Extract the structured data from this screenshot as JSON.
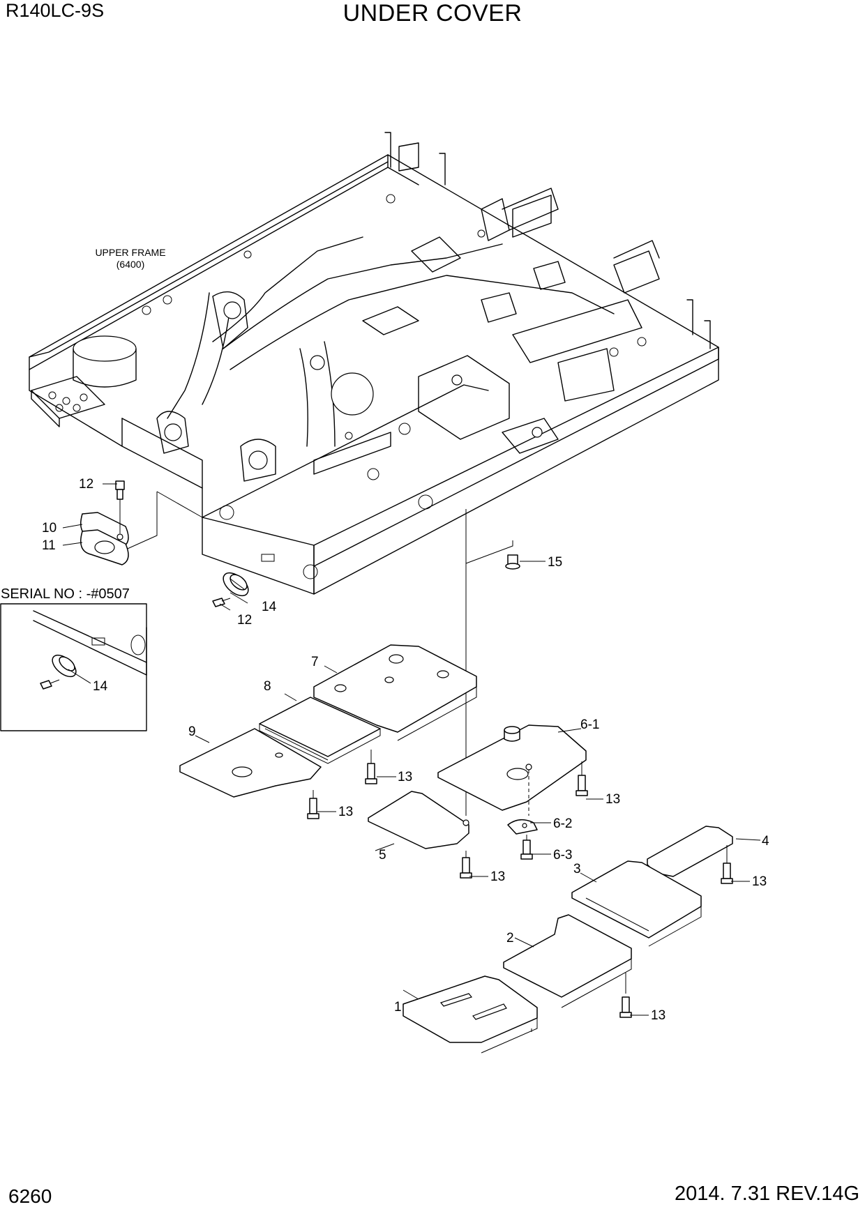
{
  "header": {
    "model": "R140LC-9S",
    "title": "UNDER COVER"
  },
  "footer": {
    "page_number": "6260",
    "revision": "2014. 7.31  REV.14G"
  },
  "frame_note": {
    "line1": "UPPER FRAME",
    "line2": "(6400)"
  },
  "serial_box": {
    "label": "SERIAL NO : -#0507"
  },
  "callouts": {
    "c1": "1",
    "c2": "2",
    "c3": "3",
    "c4": "4",
    "c5": "5",
    "c6_1": "6-1",
    "c6_2": "6-2",
    "c6_3": "6-3",
    "c7": "7",
    "c8": "8",
    "c9": "9",
    "c10": "10",
    "c11": "11",
    "c12": "12",
    "c13": "13",
    "c14": "14",
    "c15": "15"
  }
}
